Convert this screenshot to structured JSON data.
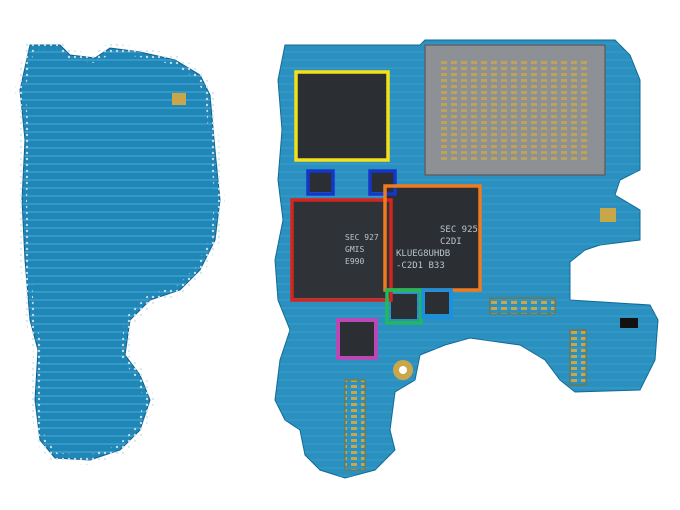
{
  "image": {
    "subject": "smartphone-logic-board-teardown",
    "background_color": "#ffffff",
    "board_colors": {
      "left_board": "#1f86b8",
      "right_board": "#2a90bf",
      "traces": "#4aa6cf",
      "gold": "#c9a64a",
      "chip": "#2b2f33",
      "sim_tray": "#8d9196"
    }
  },
  "chip_markings": {
    "memory_line1": "SEC 925",
    "memory_line2": "C2DI",
    "memory_line3": "KLUEG8UHDB",
    "memory_line4": "-C2D1 B33",
    "processor_line1": "SEC 927",
    "processor_line2": "GMIS",
    "processor_line3": "E990"
  },
  "highlight_colors": {
    "yellow": "#f2e01a",
    "blue_left": "#1536c8",
    "blue_right": "#1536c8",
    "red": "#d4251e",
    "orange": "#f07a1c",
    "green": "#1fba5a",
    "light_blue": "#1b8fe0",
    "magenta": "#cc3fb4"
  }
}
